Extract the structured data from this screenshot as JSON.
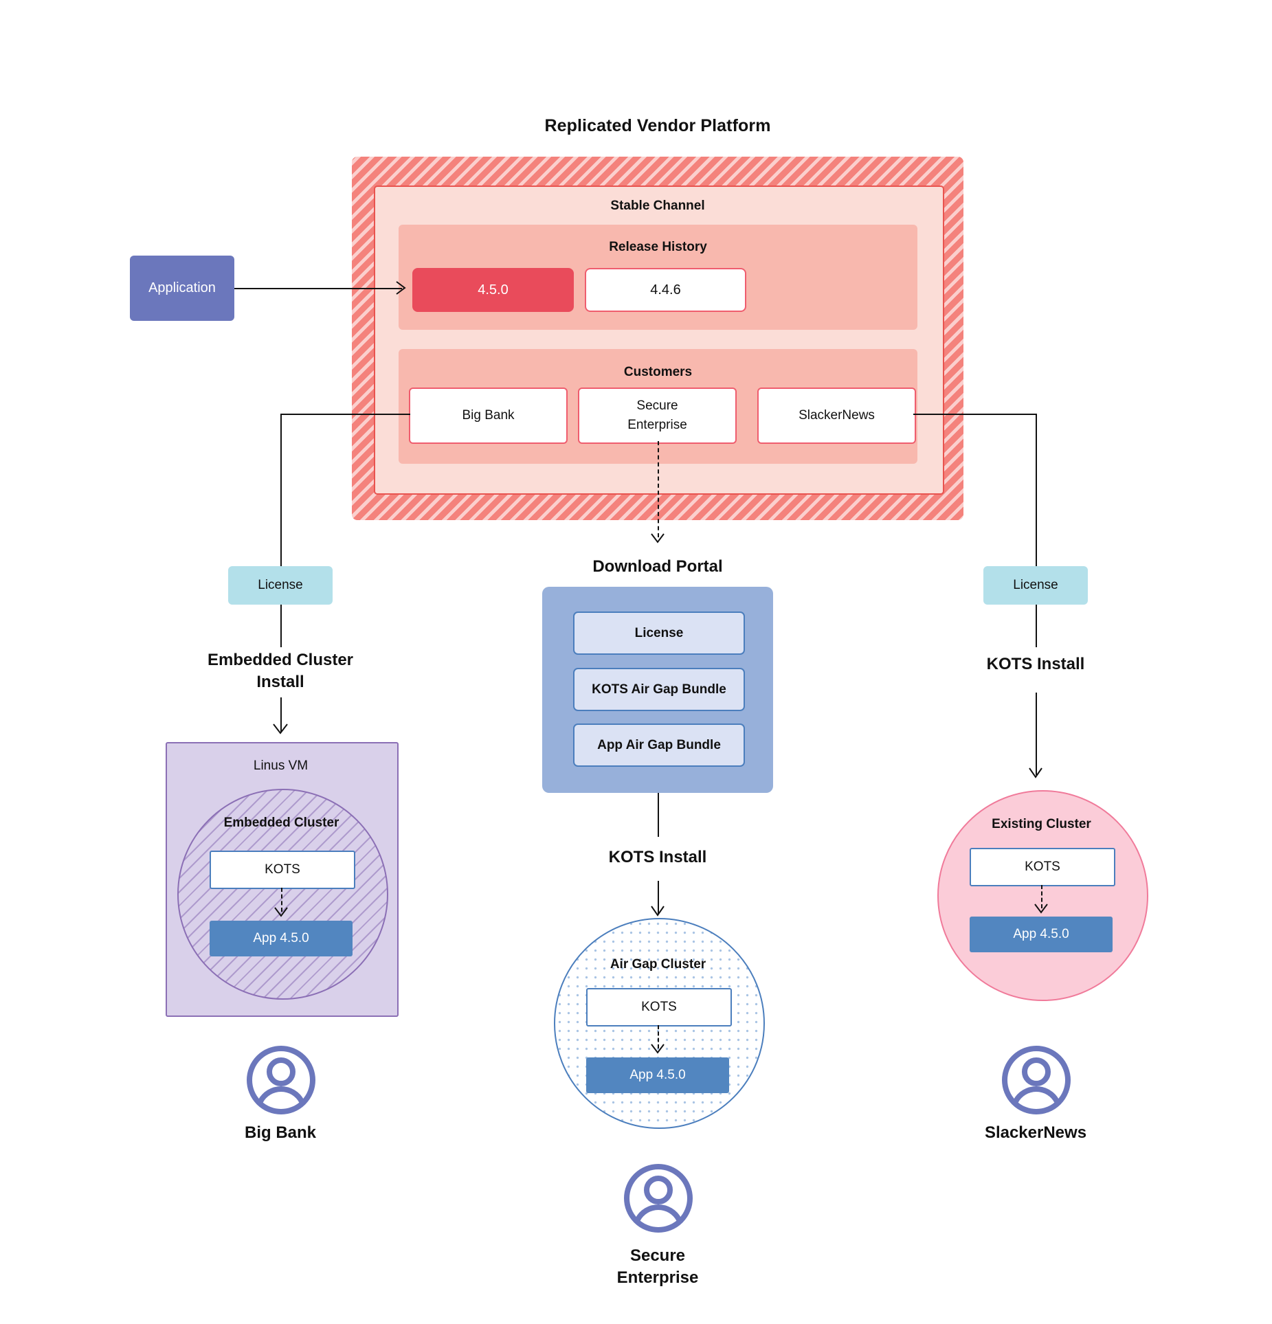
{
  "diagram": {
    "title": "Replicated Vendor Platform",
    "application": {
      "label": "Application"
    },
    "platform": {
      "channel_label": "Stable Channel",
      "release_history": {
        "label": "Release History",
        "releases": [
          {
            "version": "4.5.0",
            "state": "current"
          },
          {
            "version": "4.4.6",
            "state": "previous"
          }
        ]
      },
      "customers": {
        "label": "Customers",
        "items": [
          {
            "name": "Big Bank"
          },
          {
            "name": "Secure\nEnterprise",
            "line1": "Secure",
            "line2": "Enterprise"
          },
          {
            "name": "SlackerNews"
          }
        ]
      }
    },
    "download_portal": {
      "title": "Download  Portal",
      "items": [
        {
          "label": "License"
        },
        {
          "label": "KOTS Air Gap Bundle"
        },
        {
          "label": "App Air Gap Bundle"
        }
      ]
    },
    "branches": {
      "left": {
        "license_label": "License",
        "install_label_line1": "Embedded Cluster",
        "install_label_line2": "Install",
        "host": {
          "label": "Linus VM"
        },
        "cluster": {
          "label": "Embedded Cluster"
        },
        "kots": {
          "label": "KOTS"
        },
        "app": {
          "label": "App 4.5.0"
        },
        "customer": {
          "label": "Big Bank"
        }
      },
      "middle": {
        "install_label": "KOTS Install",
        "cluster": {
          "label": "Air Gap Cluster"
        },
        "kots": {
          "label": "KOTS"
        },
        "app": {
          "label": "App 4.5.0"
        },
        "customer_line1": "Secure",
        "customer_line2": "Enterprise"
      },
      "right": {
        "license_label": "License",
        "install_label": "KOTS Install",
        "cluster": {
          "label": "Existing Cluster"
        },
        "kots": {
          "label": "KOTS"
        },
        "app": {
          "label": "App 4.5.0"
        },
        "customer": {
          "label": "SlackerNews"
        }
      }
    },
    "icons": {
      "customer_avatar": "user-avatar-icon"
    },
    "colors": {
      "platform_hatch": "#f4827c",
      "channel_fill": "#fbddd7",
      "channel_border": "#e8534f",
      "panel_fill": "#f8b8ae",
      "release_current": "#e94b5b",
      "release_border": "#ef5d6e",
      "application_fill": "#6b77bc",
      "license_fill": "#b3e0ea",
      "vm_fill": "#d9d0ea",
      "vm_border": "#8b6fb5",
      "portal_fill": "#97b0da",
      "portal_item_fill": "#dbe2f4",
      "kots_border": "#4b7ebd",
      "app_fill": "#5286c0",
      "existing_cluster_fill": "#fbccd8",
      "existing_cluster_border": "#f07a9a",
      "avatar": "#6b77bc",
      "connector": "#111111"
    }
  }
}
